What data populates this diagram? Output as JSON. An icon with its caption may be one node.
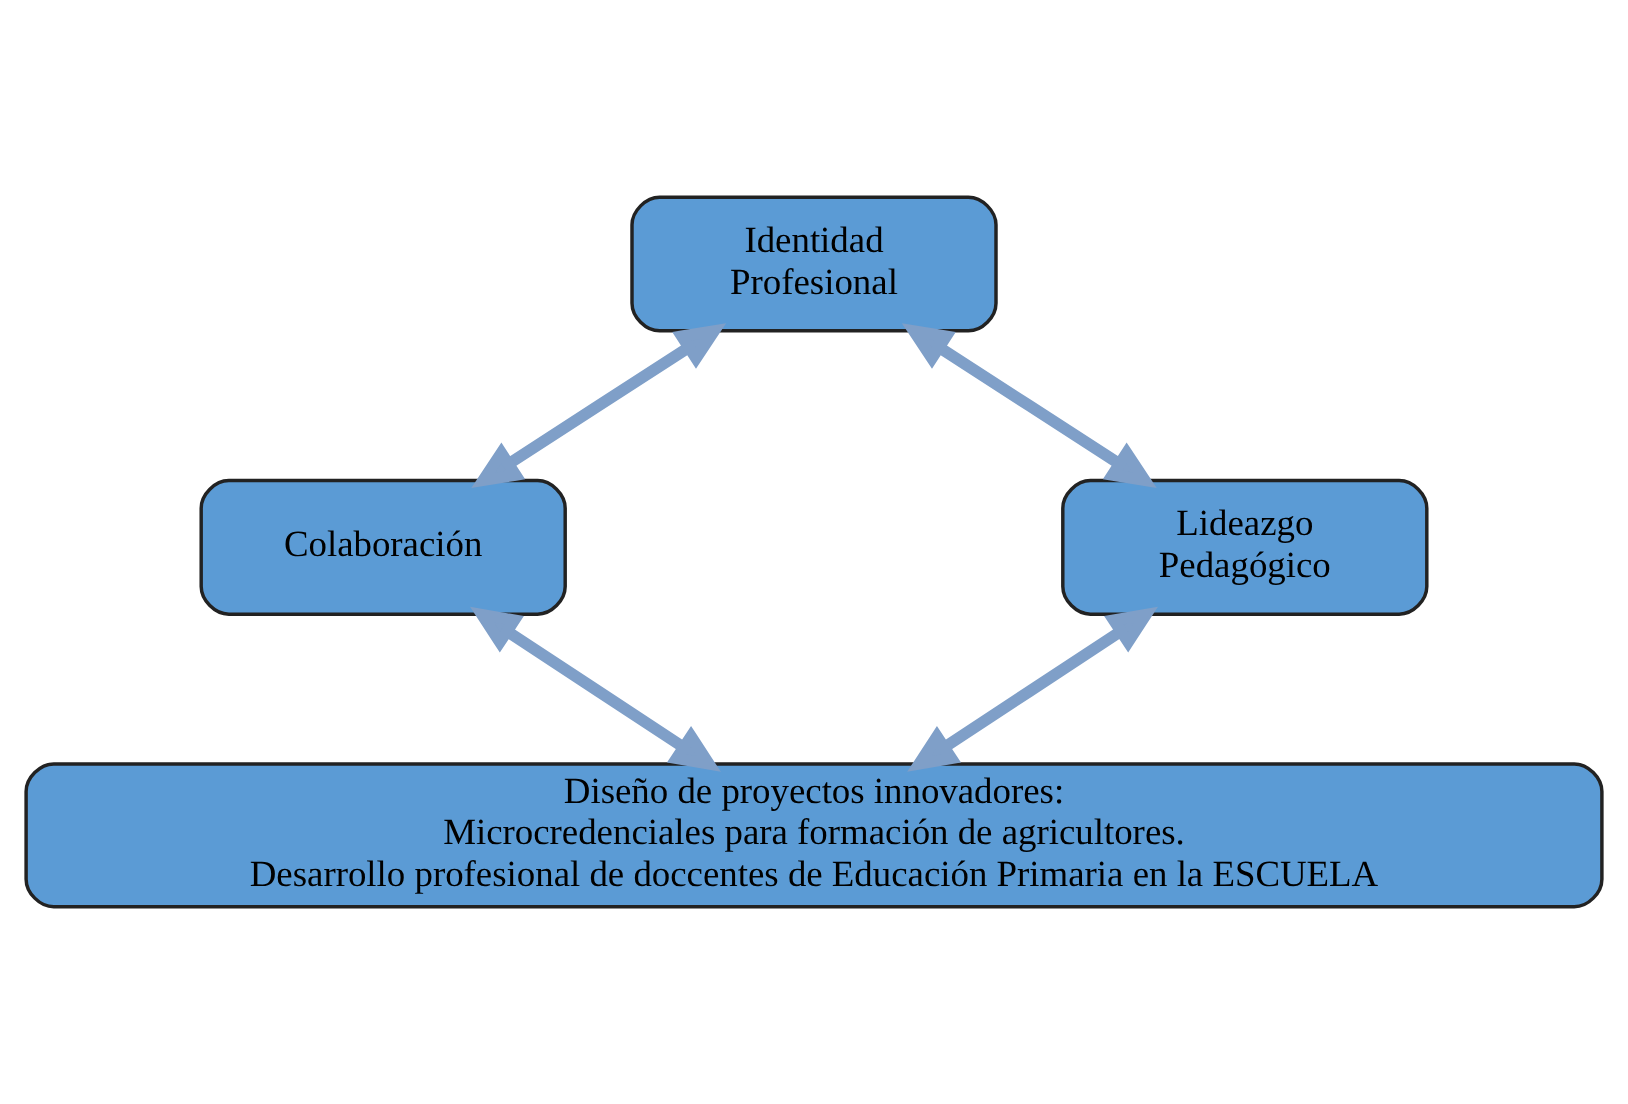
{
  "diagram": {
    "nodes": [
      {
        "text": [
          "Identidad Profesional"
        ]
      },
      {
        "text": [
          "Lideazgo Pedagógico"
        ]
      },
      {
        "text": [
          "Colaboración"
        ]
      },
      {
        "text": [
          "Diseño de proyectos innovadores:",
          "Microcredenciales para formación de agricultores.",
          "Desarrollo profesional de doccentes de Educación Primaria en la ESCUELA"
        ]
      }
    ],
    "edges": [
      {
        "from": 1,
        "to": 0,
        "arrow": "both"
      },
      {
        "from": 0,
        "to": 2,
        "arrow": "both"
      },
      {
        "from": 1,
        "to": 3,
        "arrow": "both"
      },
      {
        "from": 2,
        "to": 3,
        "arrow": "both"
      }
    ]
  }
}
